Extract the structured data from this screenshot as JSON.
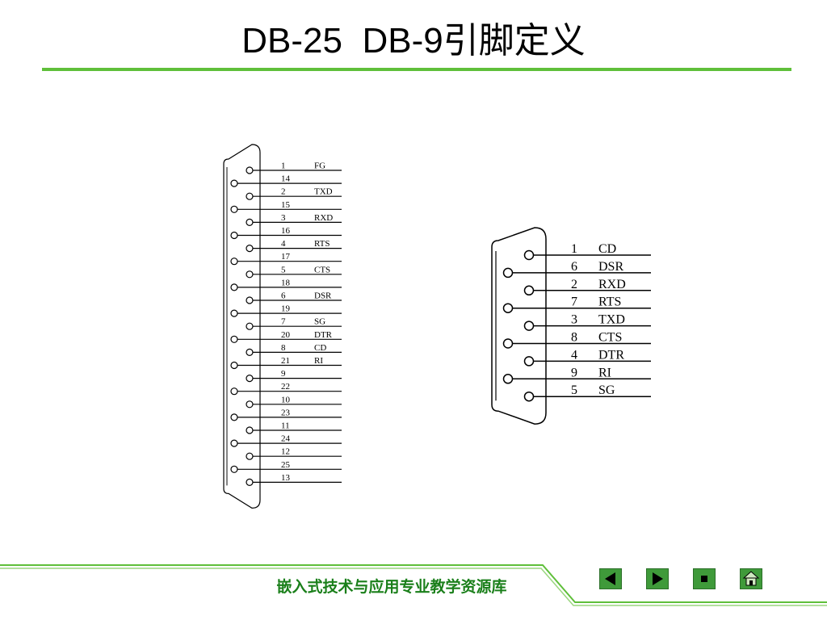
{
  "title": "DB-25  DB-9引脚定义",
  "footer": {
    "text": "嵌入式技术与应用专业教学资源库"
  },
  "nav": {
    "prev_icon": "triangle-left",
    "next_icon": "triangle-right",
    "stop_icon": "square",
    "home_icon": "house"
  },
  "colors": {
    "accent": "#5fbf3a",
    "footer_text": "#1a7f1a",
    "button": "#3f9a3a"
  },
  "db25": {
    "pins": [
      {
        "num": "1",
        "label": "FG"
      },
      {
        "num": "14",
        "label": ""
      },
      {
        "num": "2",
        "label": "TXD"
      },
      {
        "num": "15",
        "label": ""
      },
      {
        "num": "3",
        "label": "RXD"
      },
      {
        "num": "16",
        "label": ""
      },
      {
        "num": "4",
        "label": "RTS"
      },
      {
        "num": "17",
        "label": ""
      },
      {
        "num": "5",
        "label": "CTS"
      },
      {
        "num": "18",
        "label": ""
      },
      {
        "num": "6",
        "label": "DSR"
      },
      {
        "num": "19",
        "label": ""
      },
      {
        "num": "7",
        "label": "SG"
      },
      {
        "num": "20",
        "label": "DTR"
      },
      {
        "num": "8",
        "label": "CD"
      },
      {
        "num": "21",
        "label": "RI"
      },
      {
        "num": "9",
        "label": ""
      },
      {
        "num": "22",
        "label": ""
      },
      {
        "num": "10",
        "label": ""
      },
      {
        "num": "23",
        "label": ""
      },
      {
        "num": "11",
        "label": ""
      },
      {
        "num": "24",
        "label": ""
      },
      {
        "num": "12",
        "label": ""
      },
      {
        "num": "25",
        "label": ""
      },
      {
        "num": "13",
        "label": ""
      }
    ]
  },
  "db9": {
    "pins": [
      {
        "num": "1",
        "label": "CD"
      },
      {
        "num": "6",
        "label": "DSR"
      },
      {
        "num": "2",
        "label": "RXD"
      },
      {
        "num": "7",
        "label": "RTS"
      },
      {
        "num": "3",
        "label": "TXD"
      },
      {
        "num": "8",
        "label": "CTS"
      },
      {
        "num": "4",
        "label": "DTR"
      },
      {
        "num": "9",
        "label": "RI"
      },
      {
        "num": "5",
        "label": "SG"
      }
    ]
  }
}
